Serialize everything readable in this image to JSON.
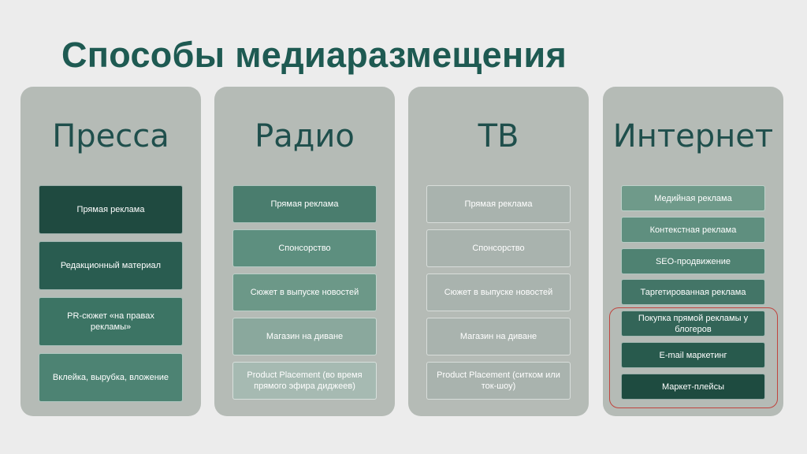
{
  "slide": {
    "title": "Способы медиаразмещения"
  },
  "columns": [
    {
      "title": "Пресса",
      "items": [
        "Прямая реклама",
        "Редакционный материал",
        "PR-сюжет «на правах рекламы»",
        "Вклейка, вырубка, вложение"
      ]
    },
    {
      "title": "Радио",
      "items": [
        "Прямая реклама",
        "Спонсорство",
        "Сюжет в выпуске новостей",
        "Магазин на диване",
        "Product Placement (во время прямого эфира диджеев)"
      ]
    },
    {
      "title": "ТВ",
      "items": [
        "Прямая реклама",
        "Спонсорство",
        "Сюжет в выпуске новостей",
        "Магазин на диване",
        "Product Placement (ситком или ток-шоу)"
      ]
    },
    {
      "title": "Интернет",
      "items": [
        "Медийная реклама",
        "Контекстная реклама",
        "SEO-продвижение",
        "Таргетированная реклама",
        "Покупка прямой рекламы у блогеров",
        "E-mail маркетинг",
        "Маркет-плейсы"
      ]
    }
  ],
  "colors": {
    "title": "#1e5a52",
    "panel": "#b5bbb6",
    "highlight_outline": "#c0443e"
  }
}
